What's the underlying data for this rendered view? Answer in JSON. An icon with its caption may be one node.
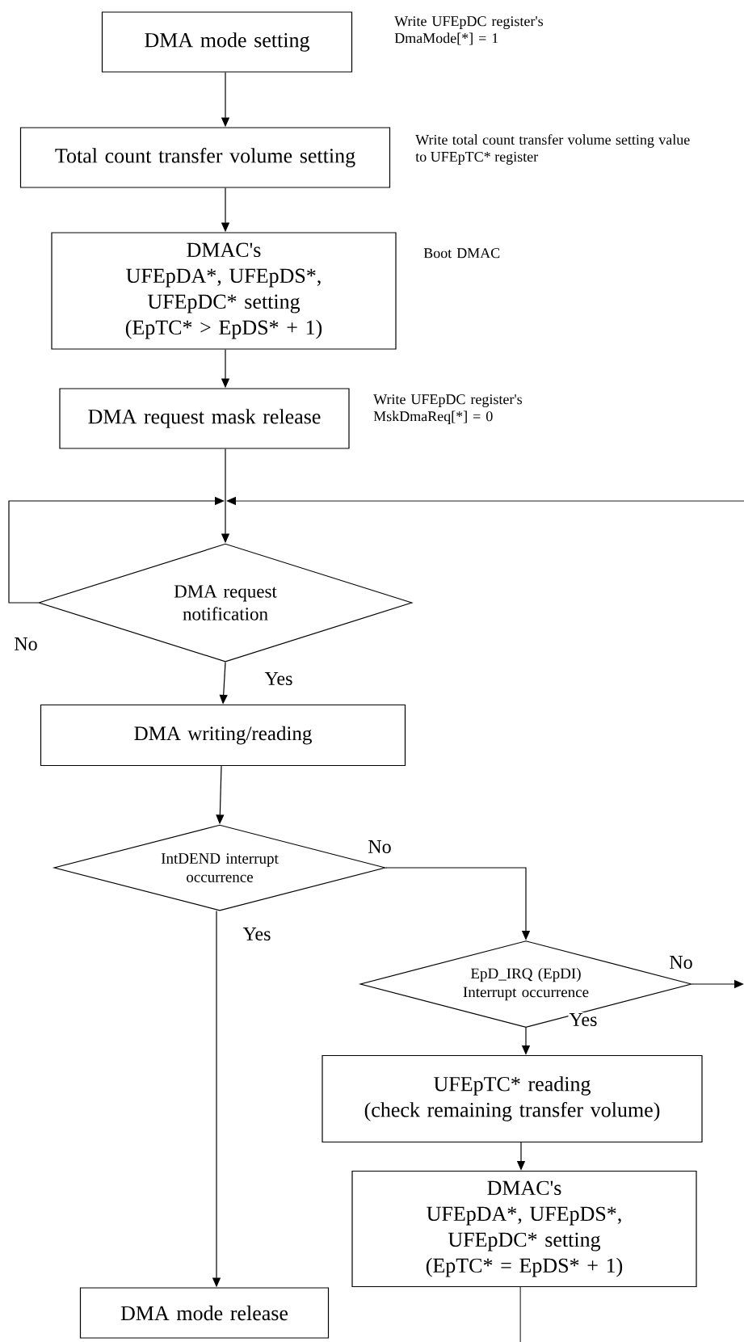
{
  "diagram": {
    "nodes": [
      {
        "text": [
          "DMA mode setting"
        ],
        "beside": [
          "Write UFEpDC register's DmaMode[*] = 1"
        ]
      },
      {
        "text": [
          "Total count transfer volume setting"
        ],
        "beside": [
          "Write total count transfer volume setting value to UFEpTC* register"
        ]
      },
      {
        "text": [
          "DMAC's",
          "UFEpDA*, UFEpDS*, UFEpDC* setting",
          "(EpTC* > EpDS* + 1)"
        ],
        "beside": [
          "Boot DMAC"
        ]
      },
      {
        "text": [
          "DMA request mask release"
        ],
        "beside": [
          "Write UFEpDC register's MskDmaReq[*] = 0"
        ]
      },
      {
        "text": [
          "DMA request notification"
        ]
      },
      {
        "text": [
          "DMA writing/reading"
        ]
      },
      {
        "text": [
          "IntDEND interrupt occurrence"
        ]
      },
      {
        "text": [
          "EpD_IRQ (EpDI) Interrupt occurrence"
        ]
      },
      {
        "text": [
          "UFEpTC* reading",
          "(check remaining transfer volume)"
        ]
      },
      {
        "text": [
          "DMAC's",
          "UFEpDA*, UFEpDS*, UFEpDC* setting",
          "(EpTC* = EpDS* + 1)"
        ]
      },
      {
        "text": [
          "DMA mode release"
        ]
      }
    ],
    "edges": [
      {
        "from": 0,
        "to": 1,
        "arrow": "to"
      },
      {
        "from": 1,
        "to": 2,
        "arrow": "to"
      },
      {
        "from": 2,
        "to": 3,
        "arrow": "to"
      },
      {
        "from": 3,
        "to": 4,
        "arrow": "to"
      },
      {
        "from": 4,
        "to": 4,
        "arrow": "to",
        "label": "No"
      },
      {
        "from": null,
        "to": 4,
        "arrow": "to"
      },
      {
        "from": 4,
        "to": 5,
        "arrow": "to",
        "label": "Yes"
      },
      {
        "from": 5,
        "to": 6,
        "arrow": "to"
      },
      {
        "from": 6,
        "to": 7,
        "arrow": "to",
        "label": "No"
      },
      {
        "from": 6,
        "to": 10,
        "arrow": "to",
        "label": "Yes"
      },
      {
        "from": 7,
        "to": null,
        "arrow": "to",
        "label": "No"
      },
      {
        "from": 7,
        "to": 8,
        "arrow": "to",
        "label": "Yes"
      },
      {
        "from": 8,
        "to": 9,
        "arrow": "to"
      },
      {
        "from": 9,
        "to": null,
        "arrow": "none"
      }
    ]
  }
}
